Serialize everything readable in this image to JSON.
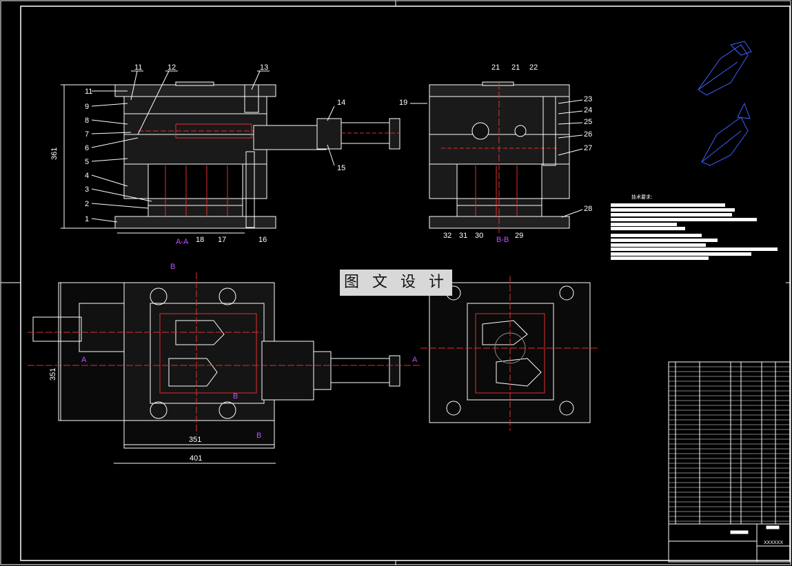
{
  "drawing": {
    "section_aa": "A-A",
    "section_bb": "B-B",
    "dim_height": "361",
    "dim_bottom_inner": "351",
    "dim_bottom_outer": "401",
    "dim_side": "351",
    "watermark": "图 文 设 计",
    "tech_title": "技术要求:",
    "title_block_code": "XXXXXX",
    "callouts_left": [
      "11",
      "9",
      "8",
      "7",
      "6",
      "5",
      "4",
      "3",
      "2",
      "1"
    ],
    "callouts_top": [
      "11",
      "12",
      "13",
      "14",
      "15",
      "16",
      "17",
      "18"
    ],
    "callouts_right": [
      "21",
      "21",
      "22",
      "19",
      "23",
      "24",
      "25",
      "26",
      "27",
      "28",
      "29",
      "30",
      "31",
      "32"
    ],
    "view_markers": [
      "B",
      "B",
      "A",
      "A",
      "B"
    ]
  }
}
